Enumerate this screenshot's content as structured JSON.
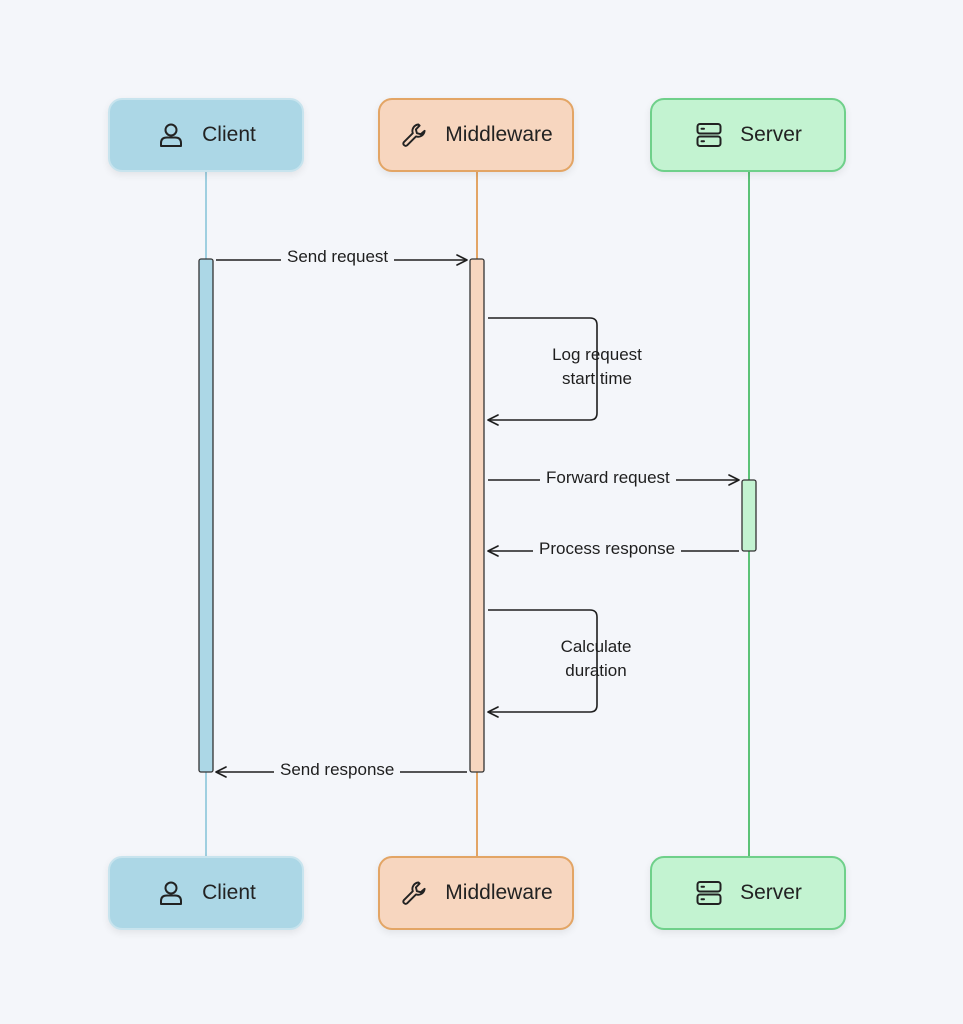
{
  "participants": {
    "client": {
      "label": "Client",
      "icon": "user-icon",
      "color": "#acd7e6"
    },
    "middleware": {
      "label": "Middleware",
      "icon": "wrench-icon",
      "color": "#f7d6bf"
    },
    "server": {
      "label": "Server",
      "icon": "server-icon",
      "color": "#c3f3d1"
    }
  },
  "messages": {
    "send_request": "Send request",
    "log_line1": "Log request",
    "log_line2": "start time",
    "forward_request": "Forward request",
    "process_response": "Process response",
    "calc_line1": "Calculate",
    "calc_line2": "duration",
    "send_response": "Send response"
  }
}
